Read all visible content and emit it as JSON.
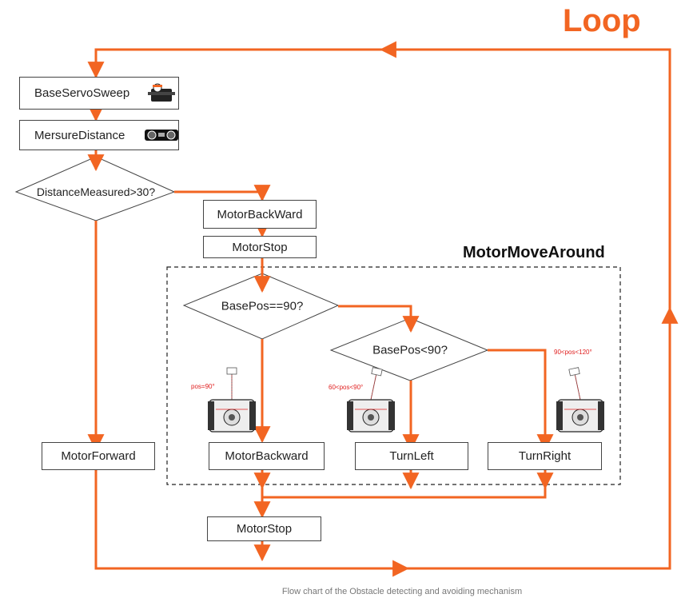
{
  "colors": {
    "accent": "#f26522",
    "text": "#222222",
    "note": "#e02020",
    "caption": "#777777"
  },
  "title": "Loop",
  "group_label": "MotorMoveAround",
  "caption": "Flow chart of the Obstacle detecting and avoiding mechanism",
  "nodes": {
    "base_servo_sweep": "BaseServoSweep",
    "mersure_distance": "MersureDistance",
    "distance_decision": "DistanceMeasured>30?",
    "motor_backward_top": "MotorBackWard",
    "motor_stop_top": "MotorStop",
    "basepos_eq_decision": "BasePos==90?",
    "basepos_lt_decision": "BasePos<90?",
    "motor_forward": "MotorForward",
    "motor_backward": "MotorBackward",
    "turn_left": "TurnLeft",
    "turn_right": "TurnRight",
    "motor_stop_bottom": "MotorStop"
  },
  "notes": {
    "pos_90": "pos=90°",
    "pos_60_90": "60<pos<90°",
    "pos_90_120": "90<pos<120°"
  },
  "icons": [
    "servo-icon",
    "ultrasonic-sensor-icon",
    "robot-top-view-icon"
  ]
}
